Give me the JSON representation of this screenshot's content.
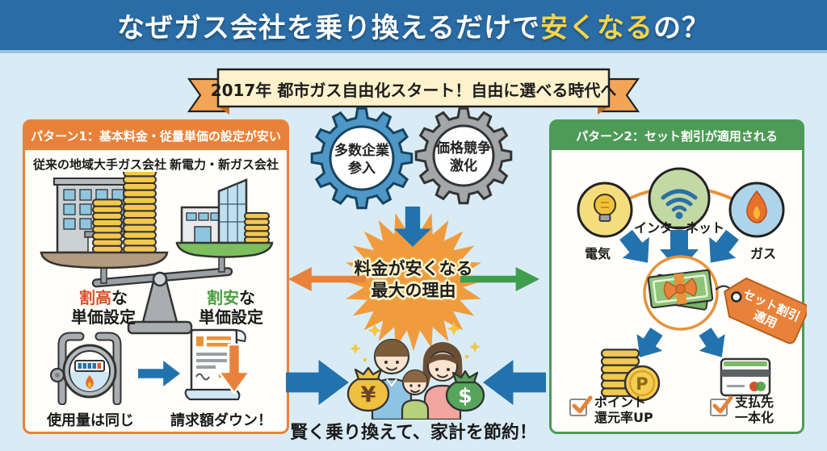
{
  "colors": {
    "header-blue": "#2a6da6",
    "bg-blue": "#d9ecf6",
    "accent-orange": "#e8823a",
    "accent-green": "#4d9b57",
    "arrow-blue": "#2272ae",
    "highlight-yellow": "#f5d44a",
    "burst-orange": "#f09c3e",
    "coin-gold": "#f3c84e",
    "expensive-red": "#d9512c",
    "cheap-green": "#4a9e3f",
    "ribbon-cream": "#fdf2cc"
  },
  "header": {
    "title_prefix": "なぜガス会社を乗り換えるだけで",
    "title_highlight": "安くなる",
    "title_suffix": "の？"
  },
  "ribbon": {
    "text": "2017年 都市ガス自由化スタート！自由に選べる時代へ"
  },
  "pattern1": {
    "title": "パターン1：基本料金・従量単価の設定が安い",
    "old_company": "従来の地域大手ガス会社",
    "new_company": "新電力・新ガス会社",
    "expensive": {
      "highlight": "割高",
      "suffix": "な",
      "line2": "単価設定"
    },
    "cheap": {
      "highlight": "割安",
      "suffix": "な",
      "line2": "単価設定"
    },
    "usage_label": "使用量は同じ",
    "bill_label": "請求額ダウン！"
  },
  "center": {
    "gear1": {
      "line1": "多数企業",
      "line2": "参入"
    },
    "gear2": {
      "line1": "価格競争",
      "line2": "激化"
    },
    "burst": {
      "line1": "料金が安くなる",
      "line2": "最大の理由"
    },
    "yen": "¥",
    "dollar": "$",
    "message": "賢く乗り換えて、家計を節約！"
  },
  "pattern2": {
    "title": "パターン2：セット割引が適用される",
    "electricity_label": "電気",
    "internet_label": "インターネット",
    "gas_label": "ガス",
    "tag": {
      "line1": "セット割引",
      "line2": "適用"
    },
    "point_coin": "P",
    "benefit1": {
      "line1": "ポイント",
      "line2": "還元率UP"
    },
    "benefit2": {
      "line1": "支払先",
      "line2": "一本化"
    }
  }
}
